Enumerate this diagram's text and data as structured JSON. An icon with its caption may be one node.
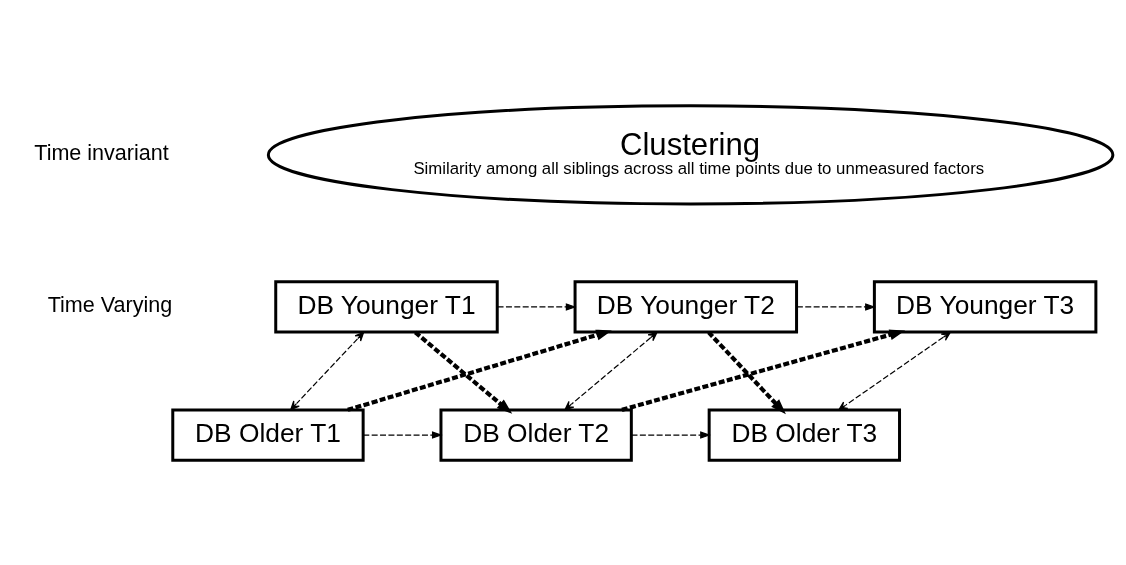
{
  "diagram": {
    "nodes": [
      {
        "text": [
          "Clustering",
          "Similarity among all siblings across all time points due to unmeasured factors"
        ]
      },
      {
        "text": [
          "DB Younger T1"
        ]
      },
      {
        "text": [
          "DB Younger T2"
        ]
      },
      {
        "text": [
          "DB Younger T3"
        ]
      },
      {
        "text": [
          "DB Older T1"
        ]
      },
      {
        "text": [
          "DB Older T2"
        ]
      },
      {
        "text": [
          "DB Older T3"
        ]
      }
    ],
    "edges": [
      {
        "from": 1,
        "to": 2,
        "arrow": "to",
        "style": "dashed"
      },
      {
        "from": 2,
        "to": 3,
        "arrow": "to",
        "style": "dashed"
      },
      {
        "from": 4,
        "to": 5,
        "arrow": "to",
        "style": "dashed"
      },
      {
        "from": 5,
        "to": 6,
        "arrow": "to",
        "style": "dashed"
      },
      {
        "from": 1,
        "to": 4,
        "arrow": "both",
        "style": "dashed"
      },
      {
        "from": 2,
        "to": 5,
        "arrow": "both",
        "style": "dashed"
      },
      {
        "from": 3,
        "to": 6,
        "arrow": "both",
        "style": "dashed"
      },
      {
        "from": 1,
        "to": 5,
        "arrow": "to",
        "style": "dashed"
      },
      {
        "from": 2,
        "to": 6,
        "arrow": "to",
        "style": "dashed"
      },
      {
        "from": 4,
        "to": 2,
        "arrow": "to",
        "style": "dashed"
      },
      {
        "from": 5,
        "to": 3,
        "arrow": "to",
        "style": "dashed"
      }
    ],
    "labels": [
      "Time invariant",
      "Time Varying"
    ]
  }
}
